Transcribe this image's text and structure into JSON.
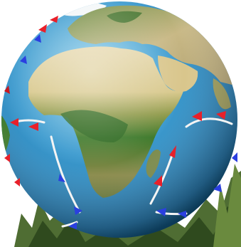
{
  "colors": {
    "ocean_light": "#5fb3d8",
    "ocean_mid": "#2f8fc4",
    "ocean_dark": "#10567f",
    "land_green": "#3f7a2c",
    "land_dark_green": "#2a5a1e",
    "land_desert": "#e2d3a5",
    "land_savanna": "#a9a45c",
    "ice": "#ffffff",
    "foliage": "#4c6a30",
    "warm_arrow": "#e8202a",
    "cold_arrow": "#2a3fe0",
    "current_line": "#f2f2f2"
  },
  "arrows": [
    {
      "name": "warm",
      "color_key": "warm_arrow"
    },
    {
      "name": "cold",
      "color_key": "cold_arrow"
    }
  ]
}
